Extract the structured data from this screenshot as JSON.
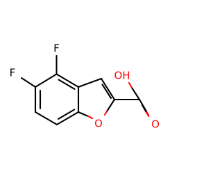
{
  "molecule": {
    "atoms": {
      "f_top": "F",
      "f_left": "F",
      "oh": "OH",
      "o_ring": "O",
      "o_carbonyl": "O"
    }
  },
  "colors": {
    "carbon_bond": "#000000",
    "oxygen": "#ff0d0d",
    "fluorine": "#000000"
  }
}
